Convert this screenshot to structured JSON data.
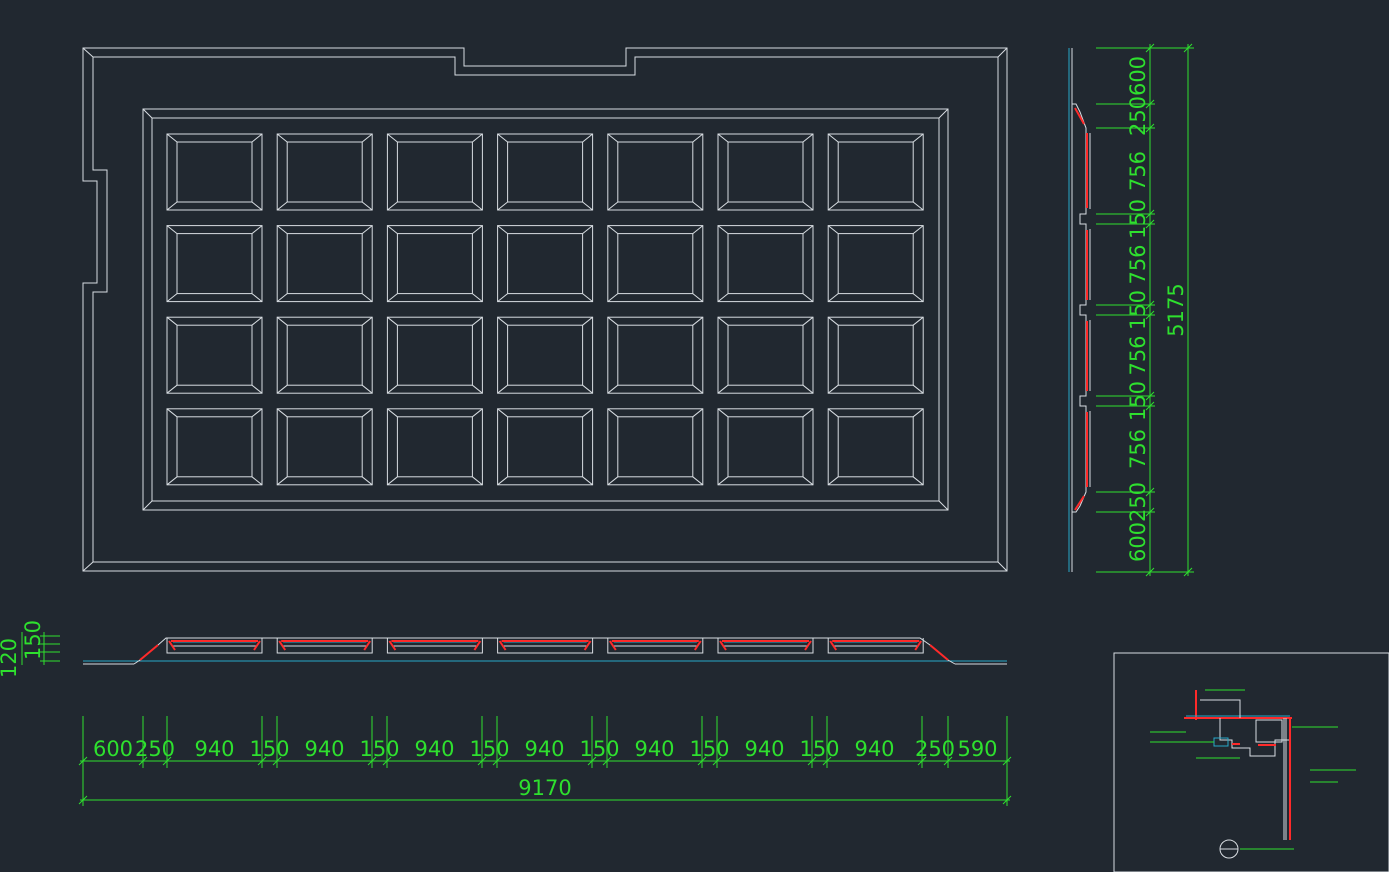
{
  "drawing": {
    "grid": {
      "rows": 4,
      "cols": 7
    },
    "bottom_dims": [
      "600",
      "250",
      "940",
      "150",
      "940",
      "150",
      "940",
      "150",
      "940",
      "150",
      "940",
      "150",
      "940",
      "150",
      "940",
      "250",
      "590"
    ],
    "bottom_total": "9170",
    "side_dims": [
      "600",
      "250",
      "756",
      "150",
      "756",
      "150",
      "756",
      "150",
      "756",
      "250",
      "600"
    ],
    "side_total": "5175",
    "section_dims": [
      "120",
      "150"
    ]
  },
  "colors": {
    "background": "#212830",
    "line": "#d8dde2",
    "dimension": "#2ee02e",
    "accent": "#ff2a2a",
    "section": "#27a9c9"
  },
  "detail": {
    "labels": [
      "",
      "",
      "",
      "",
      "",
      "",
      "",
      ""
    ],
    "caption": ""
  }
}
